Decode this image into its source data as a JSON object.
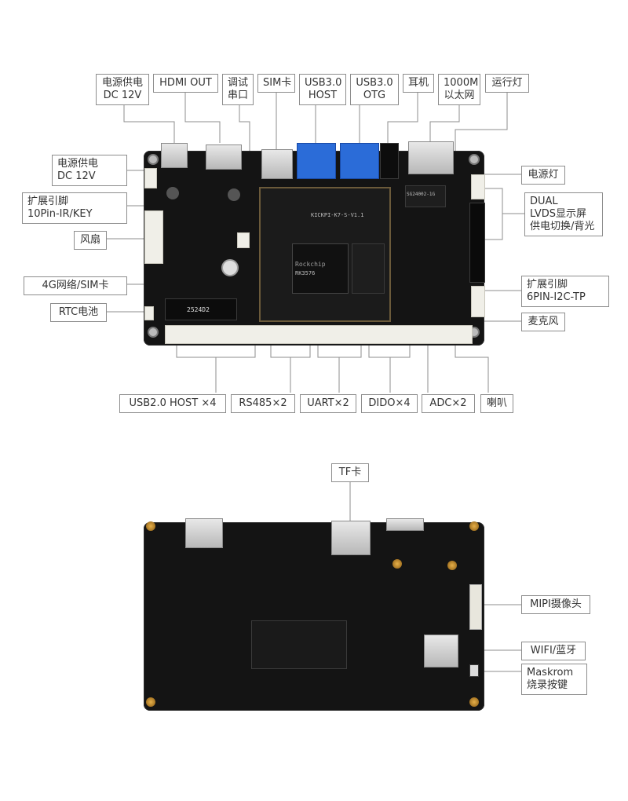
{
  "top_labels": {
    "power_dc_top": "电源供电\nDC 12V",
    "hdmi_out": "HDMI OUT",
    "debug_serial": "调试\n串口",
    "sim_card": "SIM卡",
    "usb30_host": "USB3.0\nHOST",
    "usb30_otg": "USB3.0\nOTG",
    "headphone": "耳机",
    "ethernet_1000m": "1000M\n以太网",
    "run_led": "运行灯"
  },
  "left_labels": {
    "power_dc_left": "电源供电\nDC 12V",
    "ext_10pin": "扩展引脚\n10Pin-IR/KEY",
    "fan": "风扇",
    "net_4g_sim": "4G网络/SIM卡",
    "rtc_battery": "RTC电池"
  },
  "right_labels": {
    "power_led": "电源灯",
    "dual_lvds": "DUAL\nLVDS显示屏\n供电切换/背光",
    "ext_6pin": "扩展引脚\n6PIN-I2C-TP",
    "microphone": "麦克风"
  },
  "bottom_labels": {
    "usb20_host": "USB2.0 HOST ×4",
    "rs485": "RS485×2",
    "uart": "UART×2",
    "dido": "DIDO×4",
    "adc": "ADC×2",
    "speaker": "喇叭"
  },
  "back_labels": {
    "tf_card": "TF卡",
    "mipi_camera": "MIPI摄像头",
    "wifi_bt": "WIFI/蓝牙",
    "maskrom": "Maskrom\n烧录按键"
  },
  "board_text": {
    "silk_model": "KICKPI-K7-S-V1.1",
    "chip_brand": "Rockchip",
    "chip_model": "RK3576",
    "phy_chip": "SG24002-1G",
    "m2_code": "2524D2"
  },
  "colors": {
    "pcb": "#141414",
    "label_border": "#8d8d8d",
    "line": "#8d8d8d",
    "usb_blue": "#2b6cd8"
  }
}
